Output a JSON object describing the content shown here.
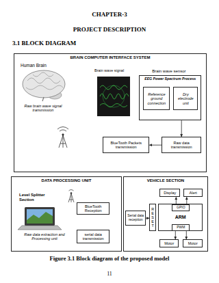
{
  "diagram": {
    "caption": "Figure 3.1 Block diagram of the proposed model",
    "nodes": [
      {
        "text": [
          "BRAIN COMPUTER INTERFACE SYSTEM"
        ]
      },
      {
        "text": [
          "Brain wave sensor",
          "EEG Power Spectrum Process"
        ],
        "in": 0
      },
      {
        "text": [
          "Reference ground connection"
        ],
        "in": 1
      },
      {
        "text": [
          "Dry electrode unit"
        ],
        "in": 1
      },
      {
        "text": [
          "BlueTooth Packets transmission"
        ],
        "in": 0
      },
      {
        "text": [
          "Raw data transmission"
        ],
        "in": 0
      },
      {
        "text": [
          "DATA PROCESSING UNIT"
        ]
      },
      {
        "text": [
          "BlueTooth Reception"
        ],
        "in": 6
      },
      {
        "text": [
          "serial data transmission"
        ],
        "in": 6
      },
      {
        "text": [
          "VEHICLE SECTION"
        ]
      },
      {
        "text": [
          "Display"
        ],
        "in": 9
      },
      {
        "text": [
          "Alert"
        ],
        "in": 9
      },
      {
        "text": [
          "Serial data reception"
        ],
        "in": 9
      },
      {
        "text": [
          "RESET"
        ],
        "in": 9
      },
      {
        "text": [
          "ARM"
        ],
        "in": 9
      },
      {
        "text": [
          "GPIO"
        ],
        "in": 14
      },
      {
        "text": [
          "PWM"
        ],
        "in": 14
      },
      {
        "text": [
          "Motor"
        ],
        "in": 9
      },
      {
        "text": [
          "Motor"
        ],
        "in": 9
      }
    ],
    "edges": [
      {
        "from": 1,
        "to": 5,
        "arrow": "to"
      },
      {
        "from": 5,
        "to": 4,
        "arrow": "to"
      },
      {
        "from": 12,
        "to": 13,
        "arrow": "to"
      },
      {
        "from": 15,
        "to": 10,
        "arrow": "to"
      },
      {
        "from": 15,
        "to": 11,
        "arrow": "to"
      },
      {
        "from": 16,
        "to": 17,
        "arrow": "to"
      },
      {
        "from": 16,
        "to": 18,
        "arrow": "to"
      }
    ],
    "labels": [
      "CHAPTER-3",
      "PROJECT DESCRIPTION",
      "3.1 BLOCK DIAGRAM",
      "Human Brain",
      "Brain wave signal",
      "Raw brain wave signal transmission",
      "Level Splitter Section",
      "Raw data extraction and Processing unit",
      "11"
    ]
  }
}
